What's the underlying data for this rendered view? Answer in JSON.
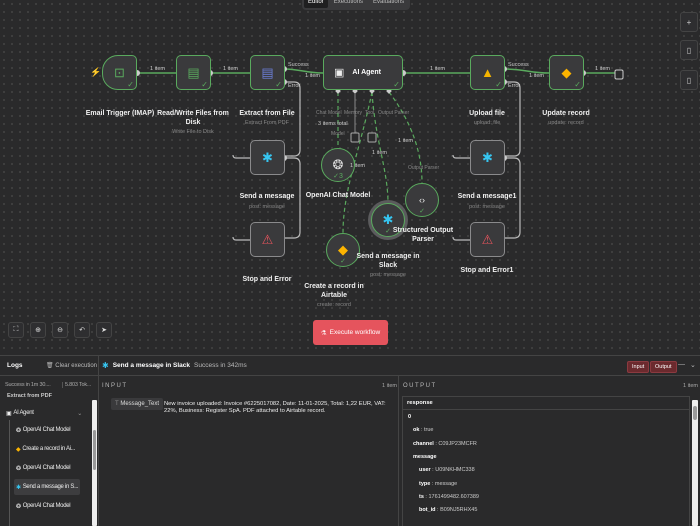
{
  "tabs": [
    "Editor",
    "Executions",
    "Evaluations"
  ],
  "nodes": {
    "email": {
      "label": "Email Trigger (IMAP)"
    },
    "rw": {
      "label": "Read/Write Files from Disk",
      "sub": "Write File to Disk"
    },
    "extract": {
      "label": "Extract from File",
      "sub": "Extract From PDF"
    },
    "agent": {
      "label": "AI Agent",
      "handles": [
        "Chat Model",
        "Memory",
        "Tool",
        "Output Parser"
      ],
      "total": "3 items total",
      "model": "Model"
    },
    "upload": {
      "label": "Upload file",
      "sub": "upload: file"
    },
    "update": {
      "label": "Update record",
      "sub": "update: record"
    },
    "slack1": {
      "label": "Send a message",
      "sub": "post: message"
    },
    "stop1": {
      "label": "Stop and Error"
    },
    "openai": {
      "label": "OpenAI Chat Model",
      "badge": "3"
    },
    "airtable": {
      "label": "Create a record in Airtable",
      "sub": "create: record"
    },
    "slackTool": {
      "label": "Send a message in Slack",
      "sub": "post: message"
    },
    "parser": {
      "label": "Structured Output Parser",
      "handle": "Output Parser"
    },
    "slack2": {
      "label": "Send a message1",
      "sub": "post: message"
    },
    "stop2": {
      "label": "Stop and Error1"
    }
  },
  "edges": {
    "item": "1 item",
    "success": "Success",
    "error": "Error"
  },
  "execute_label": "Execute workflow",
  "accent": "#e5545d",
  "success_color": "#5aaa5e",
  "logs": {
    "title": "Logs",
    "clear": "Clear execution",
    "status": "Success in 1m 30....",
    "tokens": "5.803 Tok...",
    "cut_item": "Extract from PDF",
    "items": [
      {
        "label": "AI Agent",
        "icon": "robot-icon"
      },
      {
        "label": "OpenAI Chat Model",
        "icon": "openai-icon"
      },
      {
        "label": "Create a record in Ai...",
        "icon": "airtable-icon"
      },
      {
        "label": "OpenAI Chat Model",
        "icon": "openai-icon"
      },
      {
        "label": "Send a message in S...",
        "icon": "slack-icon",
        "selected": true
      },
      {
        "label": "OpenAI Chat Model",
        "icon": "openai-icon"
      }
    ]
  },
  "detail": {
    "title": "Send a message in Slack",
    "status": "Success in 342ms",
    "input_btn": "Input",
    "output_btn": "Output",
    "input_header": "INPUT",
    "input_count": "1 item",
    "field_name": "Message_Text",
    "field_value": "New invoice uploaded: Invoice #6225017082, Date: 11-01-2025, Total: 1,22 EUR, VAT: 22%, Business: Register SpA. PDF attached to Airtable record.",
    "output_header": "OUTPUT",
    "output_count": "1 item",
    "response": "response",
    "tree": [
      {
        "k": "0",
        "v": ""
      },
      {
        "k": "ok",
        "v": "true"
      },
      {
        "k": "channel",
        "v": "C09JP23MCFR"
      },
      {
        "k": "message",
        "v": ""
      },
      {
        "k": "user",
        "v": "U09NKHMC338"
      },
      {
        "k": "type",
        "v": "message"
      },
      {
        "k": "ts",
        "v": "1761499482.607389"
      },
      {
        "k": "bot_id",
        "v": "B09NJ5RHX45"
      }
    ]
  }
}
